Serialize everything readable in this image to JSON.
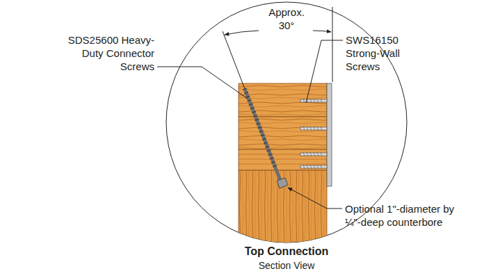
{
  "diagram": {
    "title": "Top Connection",
    "labels": [
      "Approx. 30°",
      "SDS25600 Heavy-Duty Connector Screws",
      "SWS16150 Strong-Wall Screws",
      "Optional 1\"-diameter by ¼\"-deep counterbore",
      "Section View"
    ]
  }
}
